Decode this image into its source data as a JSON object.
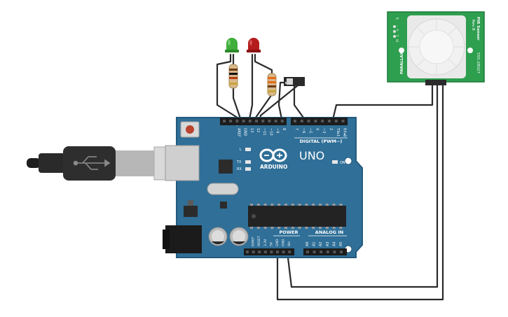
{
  "board": {
    "logo_text": "ARDUINO",
    "model": "UNO",
    "digital_header_label": "DIGITAL (PWM~)",
    "power_label": "POWER",
    "analog_label": "ANALOG IN",
    "on_label": "ON",
    "led_l": "L",
    "led_tx": "TX",
    "led_rx": "RX",
    "top_pins": [
      "AREF",
      "GND",
      "13",
      "12",
      "~11",
      "~10",
      "~9",
      "8",
      "7",
      "~6",
      "~5",
      "4",
      "~3",
      "2",
      "TX▸1",
      "RX◂0"
    ],
    "power_pins": [
      "IOREF",
      "RESET",
      "3.3V",
      "5V",
      "GND",
      "GND",
      "Vin"
    ],
    "analog_pins": [
      "A0",
      "A1",
      "A2",
      "A3",
      "A4",
      "A5"
    ]
  },
  "sensor": {
    "title": "PIR Sensor",
    "rev": "Rev B",
    "part_number": "555-28027",
    "brand": "PARALLAX",
    "pin_labels": [
      "S",
      "-",
      "+",
      "L",
      "H"
    ]
  },
  "colors": {
    "board_blue": "#2f6f98",
    "board_edge": "#245a7d",
    "header_black": "#1c1c1c",
    "wire": "#2a2a2a",
    "sensor_green": "#2e9e4f",
    "led_green": "#3fae3a",
    "led_red": "#b51d1d"
  }
}
